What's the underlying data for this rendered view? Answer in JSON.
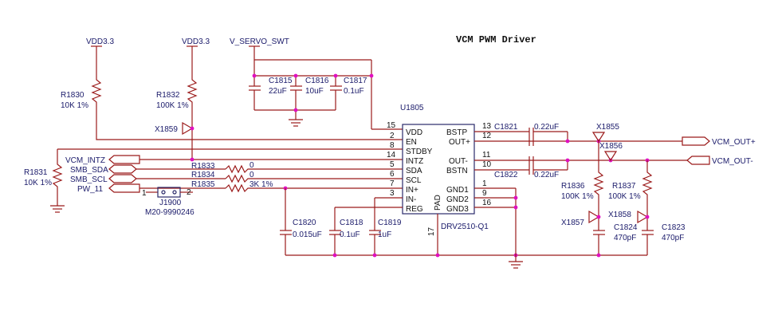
{
  "title": "VCM  PWM  Driver",
  "colors": {
    "wire": "#9b1a1a",
    "label": "#1a1a6a",
    "junction": "#e010c0"
  },
  "power": {
    "vdd_a": "VDD3.3",
    "vdd_b": "VDD3.3",
    "servo": "V_SERVO_SWT"
  },
  "ic": {
    "ref": "U1805",
    "part": "DRV2510-Q1",
    "pad": "PAD",
    "left_pins": [
      {
        "num": "15",
        "name": "VDD"
      },
      {
        "num": "2",
        "name": "EN"
      },
      {
        "num": "8",
        "name": "STDBY"
      },
      {
        "num": "14",
        "name": "INTZ"
      },
      {
        "num": "5",
        "name": "SDA"
      },
      {
        "num": "6",
        "name": "SCL"
      },
      {
        "num": "7",
        "name": "IN+"
      },
      {
        "num": "3",
        "name": "IN-"
      },
      {
        "num": "",
        "name": "REG"
      }
    ],
    "right_pins": [
      {
        "num": "13",
        "name": "BSTP"
      },
      {
        "num": "12",
        "name": "OUT+"
      },
      {
        "num": "11",
        "name": "OUT-"
      },
      {
        "num": "10",
        "name": "BSTN"
      },
      {
        "num": "1",
        "name": "GND1"
      },
      {
        "num": "9",
        "name": "GND2"
      },
      {
        "num": "16",
        "name": "GND3"
      }
    ],
    "pad_pin": "17"
  },
  "resistors": [
    {
      "ref": "R1830",
      "value": "10K 1%"
    },
    {
      "ref": "R1832",
      "value": "100K 1%"
    },
    {
      "ref": "R1831",
      "value": "10K 1%"
    },
    {
      "ref": "R1833",
      "value": "0"
    },
    {
      "ref": "R1834",
      "value": "0"
    },
    {
      "ref": "R1835",
      "value": "3K 1%"
    },
    {
      "ref": "R1836",
      "value": "100K 1%"
    },
    {
      "ref": "R1837",
      "value": "100K 1%"
    }
  ],
  "capacitors": [
    {
      "ref": "C1815",
      "value": "22uF"
    },
    {
      "ref": "C1816",
      "value": "10uF"
    },
    {
      "ref": "C1817",
      "value": "0.1uF"
    },
    {
      "ref": "C1820",
      "value": "0.015uF"
    },
    {
      "ref": "C1818",
      "value": "0.1uF"
    },
    {
      "ref": "C1819",
      "value": "1uF"
    },
    {
      "ref": "C1821",
      "value": "0.22uF"
    },
    {
      "ref": "C1822",
      "value": "0.22uF"
    },
    {
      "ref": "C1824",
      "value": "470pF"
    },
    {
      "ref": "C1823",
      "value": "470pF"
    }
  ],
  "testpoints": [
    "X1859",
    "X1855",
    "X1856",
    "X1857",
    "X1858"
  ],
  "jumper": {
    "ref": "J1900",
    "part": "M20-9990246",
    "pin1": "1",
    "pin2": "2"
  },
  "nets_left": [
    "VCM_INTZ",
    "SMB_SDA",
    "SMB_SCL",
    "PW_11"
  ],
  "nets_right": [
    "VCM_OUT+",
    "VCM_OUT-"
  ]
}
